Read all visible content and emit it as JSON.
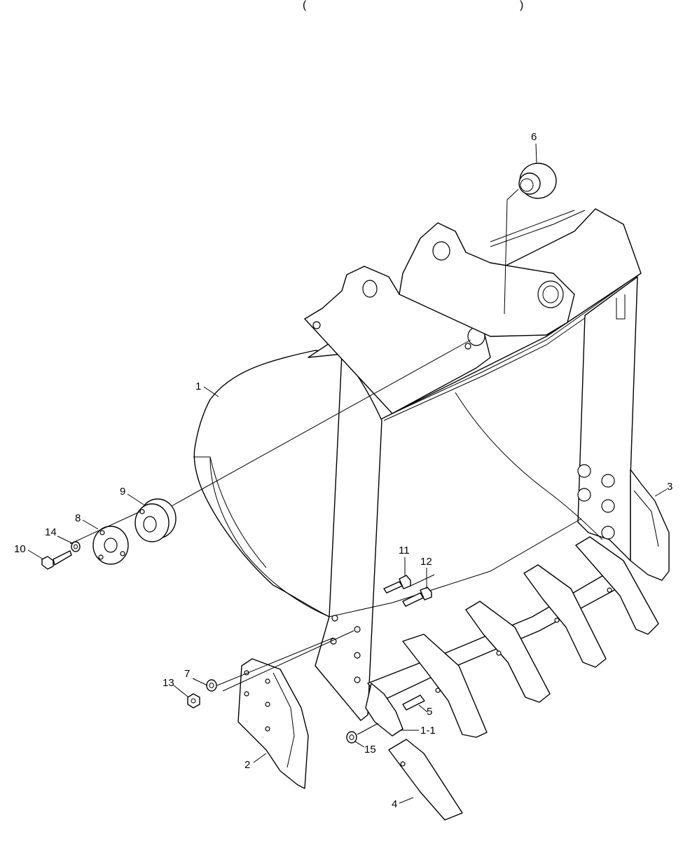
{
  "header": {
    "bracket_left": "(",
    "bracket_right": ")"
  },
  "callouts": [
    {
      "id": "1",
      "text": "1"
    },
    {
      "id": "1-1",
      "text": "1-1"
    },
    {
      "id": "2",
      "text": "2"
    },
    {
      "id": "3",
      "text": "3"
    },
    {
      "id": "4",
      "text": "4"
    },
    {
      "id": "5",
      "text": "5"
    },
    {
      "id": "6",
      "text": "6"
    },
    {
      "id": "7",
      "text": "7"
    },
    {
      "id": "8",
      "text": "8"
    },
    {
      "id": "9",
      "text": "9"
    },
    {
      "id": "10",
      "text": "10"
    },
    {
      "id": "11",
      "text": "11"
    },
    {
      "id": "12",
      "text": "12"
    },
    {
      "id": "13",
      "text": "13"
    },
    {
      "id": "14",
      "text": "14"
    },
    {
      "id": "15",
      "text": "15"
    }
  ]
}
